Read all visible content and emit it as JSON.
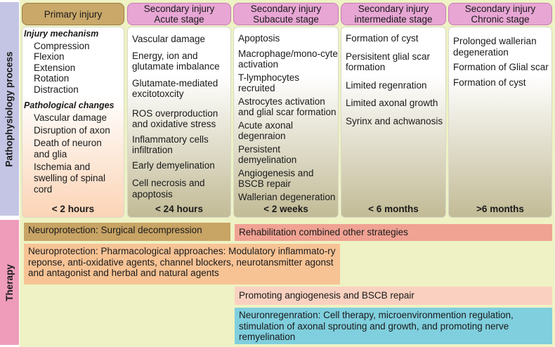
{
  "labels": {
    "pathophysiology": "Pathophysiology process",
    "therapy": "Therapy"
  },
  "colors": {
    "primary_header": "#c9a86a",
    "secondary_header": "#e7a6d4",
    "therapy_brown": "#c8a465",
    "therapy_salmon": "#f0a293",
    "therapy_orange": "#f7c395",
    "therapy_peach": "#fad1c0",
    "therapy_cyan": "#80cfde",
    "panel": "#eef2c4"
  },
  "columns": [
    {
      "header": [
        "Primary injury"
      ],
      "sections": [
        {
          "title": "Injury mechanism",
          "items": [
            "Compression",
            "Flexion",
            "Extension",
            "Rotation",
            "Distraction"
          ]
        },
        {
          "title": "Pathological changes",
          "items": [
            "Vascular damage",
            "Disruption of axon",
            "Death of  neuron",
            "and glia",
            "Ischemia and",
            "swelling of spinal",
            "cord"
          ]
        }
      ],
      "time": "< 2 hours"
    },
    {
      "header": [
        "Secondary injury",
        "Acute stage"
      ],
      "items": [
        "Vascular damage",
        "Energy, ion and glutamate imbalance",
        "Glutamate-mediated excitotoxcity",
        "ROS overproduction and oxidative stress",
        "Inflammatory cells infiltration",
        "Early demyelination",
        "Cell necrosis and apoptosis"
      ],
      "time": "< 24 hours"
    },
    {
      "header": [
        "Secondary injury",
        "Subacute stage"
      ],
      "items": [
        "Apoptosis",
        "Macrophage/mono-cyte activation",
        "T-lymphocytes recruited",
        "Astrocytes activation and glial scar formation",
        "Acute axonal degenraion",
        "Persistent demyelination",
        "Angiogenesis and BSCB repair",
        "Wallerian degeneration"
      ],
      "time": "< 2 weeks"
    },
    {
      "header": [
        "Secondary injury",
        "intermediate stage"
      ],
      "items": [
        "Formation of cyst",
        "Persisitent glial scar formation",
        "Limited regenration",
        "Limited axonal growth",
        "Syrinx and achwanosis"
      ],
      "time": "< 6 months"
    },
    {
      "header": [
        "Secondary injury",
        "Chronic stage"
      ],
      "items": [
        "Prolonged wallerian degeneration",
        "Formation of Glial scar",
        "Formation of cyst"
      ],
      "time": ">6 months"
    }
  ],
  "therapy": [
    {
      "text": "Neuroprotection: Surgical decompression"
    },
    {
      "text": "Rehabilitation combined other strategies"
    },
    {
      "text": "Neuroprotection: Pharmacological approaches: Modulatory inflammato-ry reponse, anti-oxidative agents, channel blockers, neurotansmitter agonst and antagonist and herbal and natural agents"
    },
    {
      "text": "Promoting angiogenesis and BSCB repair"
    },
    {
      "text": "Neuronregenration: Cell therapy, microenvironmention regulation, stimulation of axonal sprouting and growth, and promoting nerve remyelination"
    }
  ]
}
